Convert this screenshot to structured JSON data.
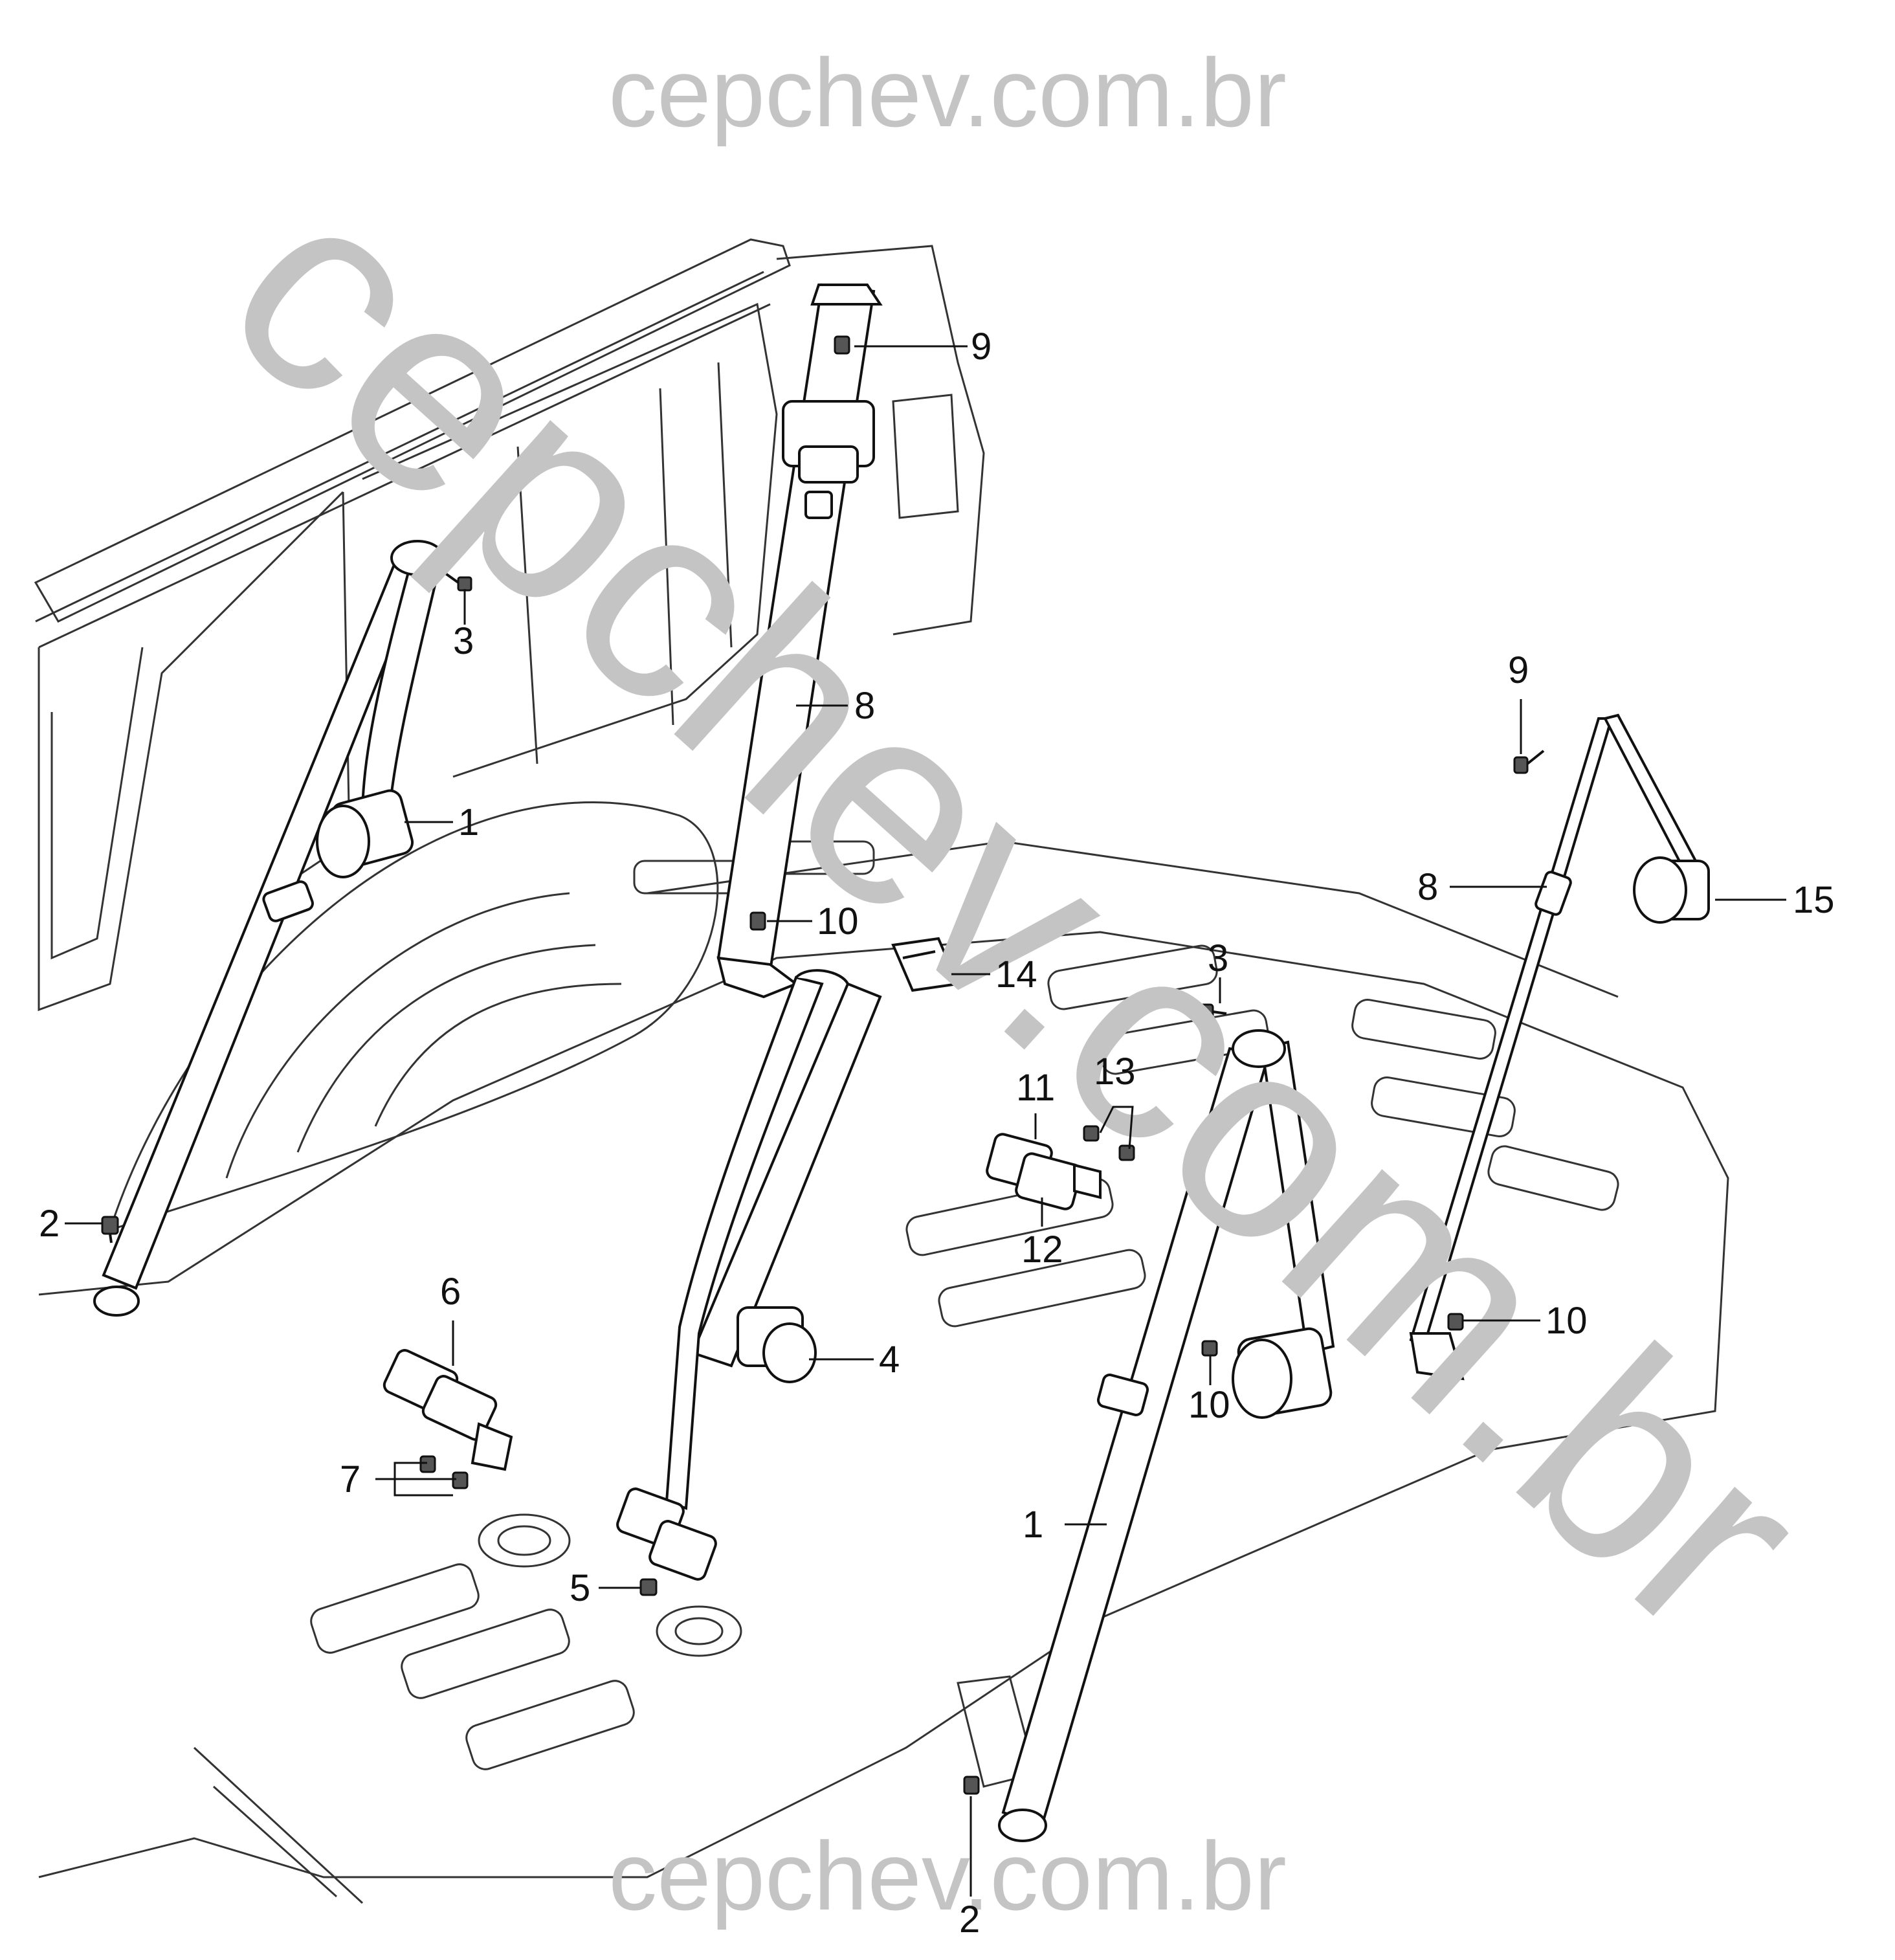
{
  "watermarks": {
    "top": "cepchev.com.br",
    "bottom": "cepchev.com.br",
    "diagonal": "cepchev.com.br"
  },
  "callouts": [
    {
      "id": "c9a",
      "label": "9"
    },
    {
      "id": "c3a",
      "label": "3"
    },
    {
      "id": "c8a",
      "label": "8"
    },
    {
      "id": "c1a",
      "label": "1"
    },
    {
      "id": "c10a",
      "label": "10"
    },
    {
      "id": "c14",
      "label": "14"
    },
    {
      "id": "c3b",
      "label": "3"
    },
    {
      "id": "c13",
      "label": "13"
    },
    {
      "id": "c11",
      "label": "11"
    },
    {
      "id": "c12",
      "label": "12"
    },
    {
      "id": "c2a",
      "label": "2"
    },
    {
      "id": "c6",
      "label": "6"
    },
    {
      "id": "c4",
      "label": "4"
    },
    {
      "id": "c7",
      "label": "7"
    },
    {
      "id": "c5",
      "label": "5"
    },
    {
      "id": "c1b",
      "label": "1"
    },
    {
      "id": "c10b",
      "label": "10"
    },
    {
      "id": "c2b",
      "label": "2"
    },
    {
      "id": "c9b",
      "label": "9"
    },
    {
      "id": "c8b",
      "label": "8"
    },
    {
      "id": "c15",
      "label": "15"
    },
    {
      "id": "c10c",
      "label": "10"
    }
  ]
}
